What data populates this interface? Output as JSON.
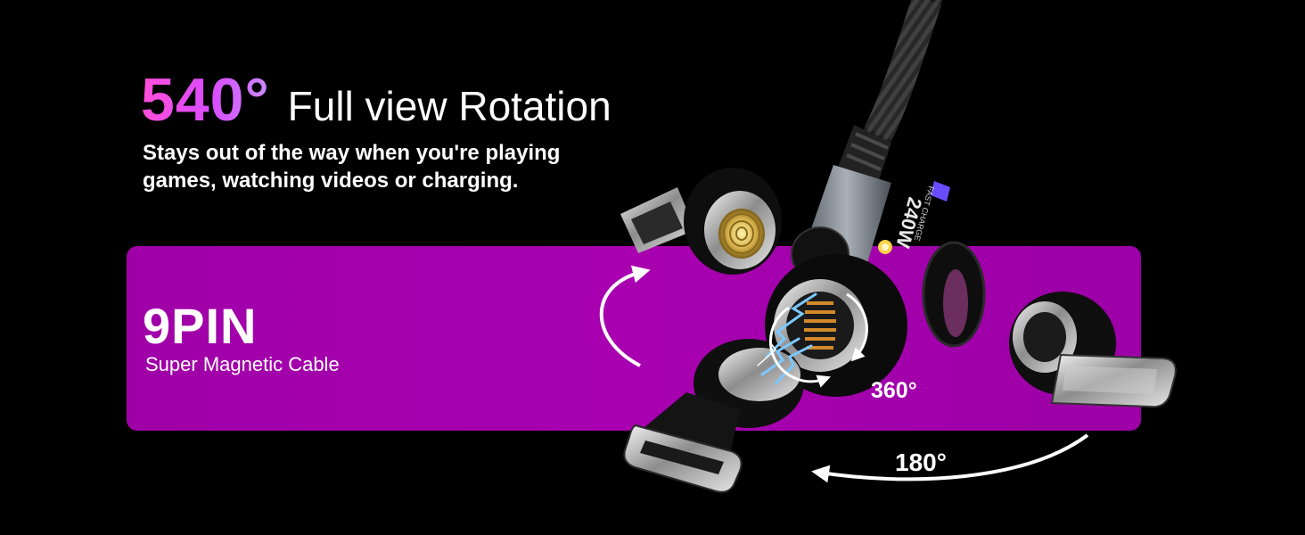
{
  "headline": {
    "degree": "540°",
    "title": "Full view Rotation"
  },
  "subtitle": {
    "line1": "Stays out of the way when you're playing",
    "line2": "games, watching videos or charging."
  },
  "band": {
    "title": "9PIN",
    "subtitle": "Super Magnetic Cable"
  },
  "product": {
    "badge_main": "240W",
    "badge_sub": "FAST CHARGE",
    "angle_small": "360°",
    "angle_large": "180°"
  },
  "colors": {
    "background": "#000000",
    "band": "#a300ab",
    "accent_gradient_start": "#ff4fd8",
    "accent_gradient_end": "#c98cff",
    "spark": "#3fa9ff"
  }
}
